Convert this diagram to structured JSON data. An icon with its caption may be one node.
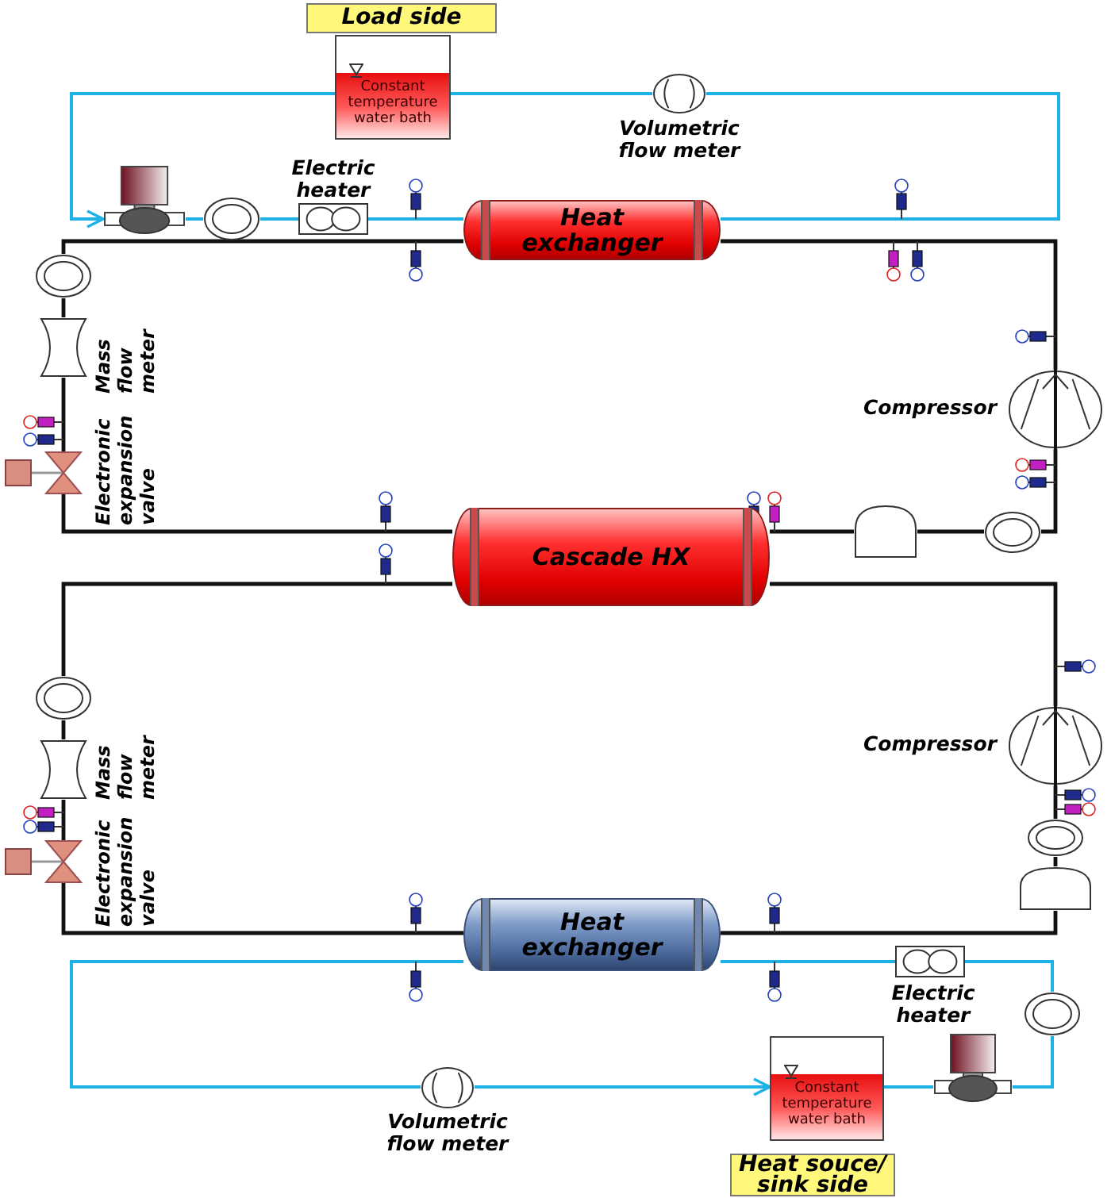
{
  "diagram": {
    "nodes": [
      {
        "text": [
          "Load side"
        ]
      },
      {
        "text": [
          "Constant temperature water bath"
        ]
      },
      {
        "text": [],
        "shape": "meter",
        "beside": [
          "Volumetric flow meter"
        ]
      },
      {
        "text": [],
        "shape": "pump"
      },
      {
        "text": [],
        "shape": "circle"
      },
      {
        "text": [],
        "shape": "heater",
        "beside": [
          "Electric heater"
        ]
      },
      {
        "text": [
          "Heat exchanger"
        ]
      },
      {
        "text": [],
        "shape": "compressor",
        "beside": [
          "Compressor"
        ]
      },
      {
        "text": [],
        "shape": "circle"
      },
      {
        "text": [],
        "shape": "tank"
      },
      {
        "text": [
          "Cascade HX"
        ]
      },
      {
        "text": [],
        "shape": "valve",
        "beside": [
          "Electronic expansion valve"
        ]
      },
      {
        "text": [],
        "shape": "venturi",
        "beside": [
          "Mass flow meter"
        ]
      },
      {
        "text": [],
        "shape": "circle"
      },
      {
        "text": [],
        "shape": "compressor",
        "beside": [
          "Compressor"
        ]
      },
      {
        "text": [],
        "shape": "circle"
      },
      {
        "text": [],
        "shape": "tank"
      },
      {
        "text": [
          "Heat exchanger"
        ]
      },
      {
        "text": [],
        "shape": "valve",
        "beside": [
          "Electronic expansion valve"
        ]
      },
      {
        "text": [],
        "shape": "venturi",
        "beside": [
          "Mass flow meter"
        ]
      },
      {
        "text": [],
        "shape": "circle"
      },
      {
        "text": [],
        "shape": "heater",
        "beside": [
          "Electric heater"
        ]
      },
      {
        "text": [],
        "shape": "circle"
      },
      {
        "text": [],
        "shape": "pump"
      },
      {
        "text": [
          "Constant temperature water bath"
        ]
      },
      {
        "text": [],
        "shape": "meter",
        "beside": [
          "Volumetric flow meter"
        ]
      },
      {
        "text": [
          "Heat souce/ sink side"
        ]
      }
    ],
    "edges": [
      {
        "from": 1,
        "to": 3,
        "arrow": "to",
        "color": "#1eb1e6"
      },
      {
        "from": 3,
        "to": 4,
        "arrow": "none",
        "color": "#1eb1e6"
      },
      {
        "from": 4,
        "to": 5,
        "arrow": "none",
        "color": "#1eb1e6"
      },
      {
        "from": 5,
        "to": 6,
        "arrow": "none",
        "color": "#1eb1e6"
      },
      {
        "from": 6,
        "to": 2,
        "arrow": "none",
        "color": "#1eb1e6"
      },
      {
        "from": 2,
        "to": 1,
        "arrow": "none",
        "color": "#1eb1e6"
      },
      {
        "from": 7,
        "to": 6,
        "arrow": "none"
      },
      {
        "from": 6,
        "to": 13,
        "arrow": "none"
      },
      {
        "from": 13,
        "to": 12,
        "arrow": "none"
      },
      {
        "from": 12,
        "to": 11,
        "arrow": "none"
      },
      {
        "from": 11,
        "to": 10,
        "arrow": "none"
      },
      {
        "from": 10,
        "to": 9,
        "arrow": "none"
      },
      {
        "from": 9,
        "to": 8,
        "arrow": "none"
      },
      {
        "from": 8,
        "to": 7,
        "arrow": "none"
      },
      {
        "from": 10,
        "to": 14,
        "arrow": "none"
      },
      {
        "from": 14,
        "to": 15,
        "arrow": "none"
      },
      {
        "from": 15,
        "to": 16,
        "arrow": "none"
      },
      {
        "from": 16,
        "to": 17,
        "arrow": "none"
      },
      {
        "from": 17,
        "to": 18,
        "arrow": "none"
      },
      {
        "from": 18,
        "to": 19,
        "arrow": "none"
      },
      {
        "from": 19,
        "to": 20,
        "arrow": "none"
      },
      {
        "from": 20,
        "to": 10,
        "arrow": "none"
      },
      {
        "from": 25,
        "to": 24,
        "arrow": "to",
        "color": "#1eb1e6"
      },
      {
        "from": 24,
        "to": 23,
        "arrow": "none",
        "color": "#1eb1e6"
      },
      {
        "from": 23,
        "to": 22,
        "arrow": "none",
        "color": "#1eb1e6"
      },
      {
        "from": 22,
        "to": 21,
        "arrow": "none",
        "color": "#1eb1e6"
      },
      {
        "from": 21,
        "to": 17,
        "arrow": "none",
        "color": "#1eb1e6"
      },
      {
        "from": 17,
        "to": 25,
        "arrow": "none",
        "color": "#1eb1e6"
      }
    ]
  }
}
